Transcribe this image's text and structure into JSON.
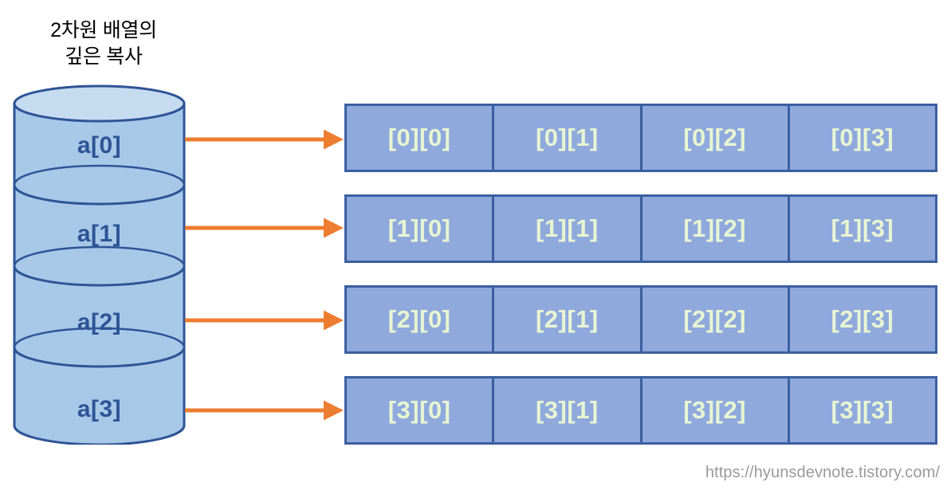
{
  "diagram": {
    "title": "2차원 배열의\n깊은 복사",
    "colors": {
      "cylinder_body": "#A8C8E8",
      "cylinder_top": "#C5DCF0",
      "cylinder_stroke": "#2E5496",
      "cylinder_label_text": "#2E5496",
      "cell_fill": "#8FA9DD",
      "cell_stroke": "#3A5FA0",
      "cell_text": "#E8F5D2",
      "arrow": "#ED7D31",
      "url_text": "#9A9A9A",
      "background": "#FFFFFF"
    },
    "cylinder": {
      "name": "array-reference-stack",
      "segments": [
        {
          "label": "a[0]"
        },
        {
          "label": "a[1]"
        },
        {
          "label": "a[2]"
        },
        {
          "label": "a[3]"
        }
      ]
    },
    "arrows": [
      {
        "name": "arrow-a0",
        "from": "a[0]",
        "to": "row-0"
      },
      {
        "name": "arrow-a1",
        "from": "a[1]",
        "to": "row-1"
      },
      {
        "name": "arrow-a2",
        "from": "a[2]",
        "to": "row-2"
      },
      {
        "name": "arrow-a3",
        "from": "a[3]",
        "to": "row-3"
      }
    ],
    "grid": {
      "rows": [
        {
          "cells": [
            "[0][0]",
            "[0][1]",
            "[0][2]",
            "[0][3]"
          ]
        },
        {
          "cells": [
            "[1][0]",
            "[1][1]",
            "[1][2]",
            "[1][3]"
          ]
        },
        {
          "cells": [
            "[2][0]",
            "[2][1]",
            "[2][2]",
            "[2][3]"
          ]
        },
        {
          "cells": [
            "[3][0]",
            "[3][1]",
            "[3][2]",
            "[3][3]"
          ]
        }
      ]
    },
    "footer": {
      "url": "https://hyunsdevnote.tistory.com/"
    }
  }
}
